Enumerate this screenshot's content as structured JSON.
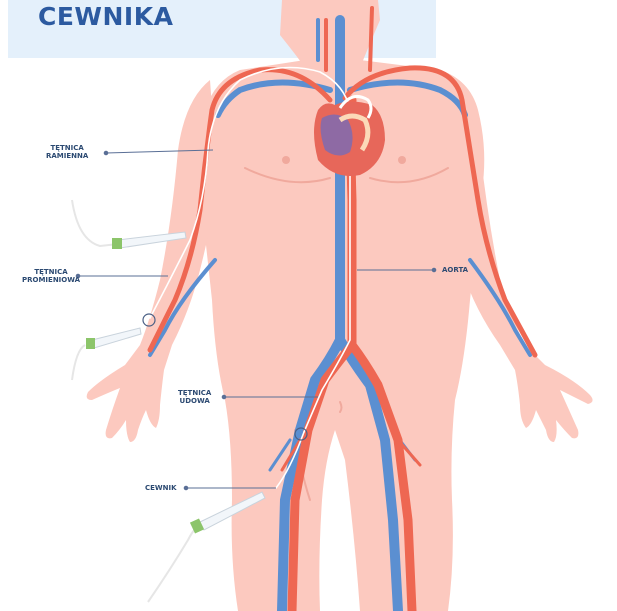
{
  "title": "CEWNIKA",
  "labels": {
    "tetnica_ramienna": [
      "TĘTNICA",
      "RAMIENNA"
    ],
    "tetnica_promieniowa": [
      "TĘTNICA",
      "PROMIENIOWA"
    ],
    "aorta": "AORTA",
    "tetnica_udowa": [
      "TĘTNICA",
      "UDOWA"
    ],
    "cewnik": "CEWNIK"
  },
  "colors": {
    "skin": "#fcc9bf",
    "skin_shadow": "#f4ada2",
    "artery": "#ee6752",
    "vein": "#5b8fd1",
    "heart": "#e7675a",
    "title": "#2c5aa0",
    "title_bg": "#e4f0fb",
    "label": "#2c4a72",
    "catheter_hub": "#8cc56a"
  }
}
